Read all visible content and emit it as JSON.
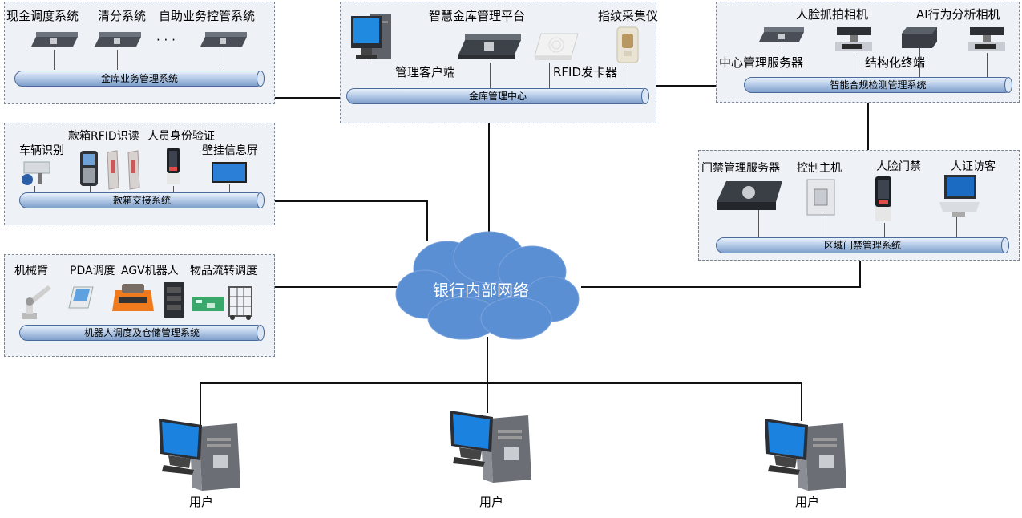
{
  "panels": {
    "vault_business": {
      "label": "金库业务管理系统",
      "items": [
        "现金调度系统",
        "清分系统",
        "自助业务控管系统",
        "· · ·"
      ]
    },
    "vault_center": {
      "label": "金库管理中心",
      "items": [
        "智慧金库管理平台",
        "指纹采集仪",
        "管理客户端",
        "RFID发卡器"
      ]
    },
    "compliance": {
      "label": "智能合规检测管理系统",
      "items": [
        "人脸抓拍相机",
        "AI行为分析相机",
        "中心管理服务器",
        "结构化终端"
      ]
    },
    "box_handover": {
      "label": "款箱交接系统",
      "items": [
        "款箱RFID识读",
        "人员身份验证",
        "车辆识别",
        "壁挂信息屏"
      ]
    },
    "access_control": {
      "label": "区域门禁管理系统",
      "items": [
        "门禁管理服务器",
        "控制主机",
        "人脸门禁",
        "人证访客"
      ]
    },
    "robot": {
      "label": "机器人调度及仓储管理系统",
      "items": [
        "机械臂",
        "PDA调度",
        "AGV机器人",
        "物品流转调度"
      ]
    }
  },
  "network": {
    "label": "银行内部网络"
  },
  "users": [
    "用户",
    "用户",
    "用户"
  ],
  "colors": {
    "cloud": "#5b8fd4",
    "panel_bg": "#eef1f6",
    "bus": "#9db6dc",
    "line": "#000000"
  }
}
